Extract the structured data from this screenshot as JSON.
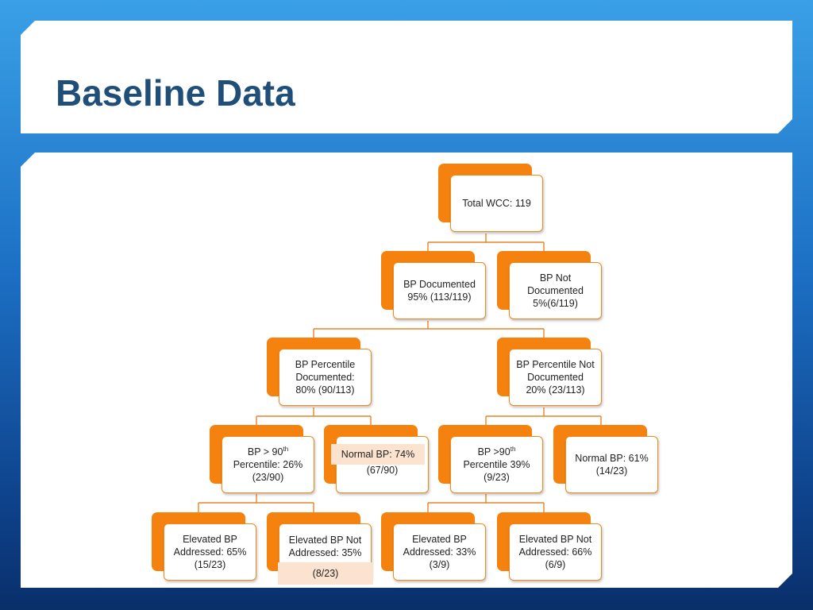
{
  "slide": {
    "title": "Baseline Data"
  },
  "diagram": {
    "root": {
      "text": "Total WCC: 119"
    },
    "bp_documented": {
      "line1": "BP Documented",
      "line2": "95% (113/119)"
    },
    "bp_not_documented": {
      "line1": "BP Not",
      "line2": "Documented",
      "line3": "5%(6/119)"
    },
    "percentile_documented": {
      "line1": "BP Percentile",
      "line2": "Documented:",
      "line3": "80% (90/113)"
    },
    "percentile_not_documented": {
      "line1": "BP Percentile Not",
      "line2": "Documented",
      "line3": "20% (23/113)"
    },
    "bp_gt90_a": {
      "line1_pre": "BP > 90",
      "line1_sup": "th",
      "line2": "Percentile: 26%",
      "line3": "(23/90)"
    },
    "normal_a": {
      "line1": "Normal BP: 74%",
      "line2": "(67/90)"
    },
    "bp_gt90_b": {
      "line1_pre": "BP >90",
      "line1_sup": "th",
      "line2": "Percentile 39%",
      "line3": "(9/23)"
    },
    "normal_b": {
      "line1": "Normal BP: 61%",
      "line2": "(14/23)"
    },
    "elevated_addressed_a": {
      "line1": "Elevated BP",
      "line2": "Addressed: 65%",
      "line3": "(15/23)"
    },
    "elevated_not_addressed_a": {
      "line1": "Elevated BP Not",
      "line2": "Addressed: 35%",
      "line3": "(8/23)"
    },
    "elevated_addressed_b": {
      "line1": "Elevated BP",
      "line2": "Addressed: 33%",
      "line3": "(3/9)"
    },
    "elevated_not_addressed_b": {
      "line1": "Elevated BP Not",
      "line2": "Addressed: 66%",
      "line3": "(6/9)"
    }
  },
  "colors": {
    "accent_orange": "#f5820f",
    "title_blue": "#1f4e79"
  }
}
